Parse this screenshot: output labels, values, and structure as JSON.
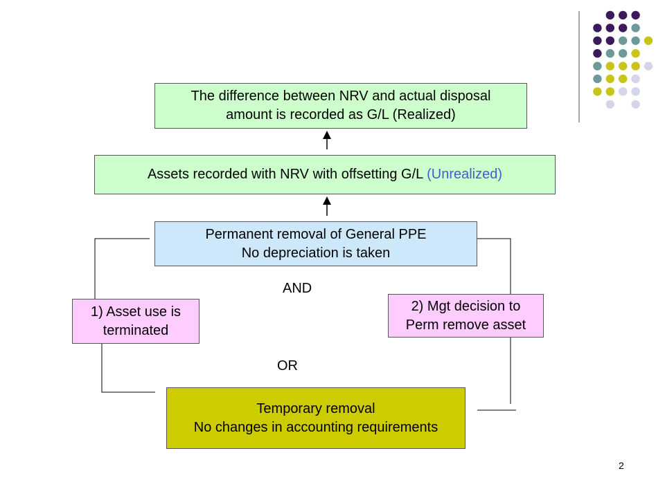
{
  "decoration": {
    "dot_colors": {
      "purple": "#3b1a5c",
      "teal": "#6b9a98",
      "olive": "#c8c41a",
      "lavender": "#d4d4ea"
    }
  },
  "diagram": {
    "box_realized": {
      "line1": "The difference between NRV and actual disposal",
      "line2": "amount is recorded as G/L (Realized)",
      "fill": "#ccffcc"
    },
    "box_unrealized": {
      "text": "Assets recorded with NRV with offsetting G/L ",
      "highlight": "(Unrealized)",
      "fill": "#ccffcc",
      "highlight_color": "#3a5fd6"
    },
    "box_permanent": {
      "line1": "Permanent removal of General PPE",
      "line2": "No depreciation is taken",
      "fill": "#cce8fa"
    },
    "and_label": "AND",
    "or_label": "OR",
    "box_condition1": {
      "line1": "1) Asset use is",
      "line2": "terminated",
      "fill": "#ffccff"
    },
    "box_condition2": {
      "line1": "2) Mgt decision to",
      "line2": "Perm remove asset",
      "fill": "#ffccff"
    },
    "box_temporary": {
      "line1": "Temporary removal",
      "line2": "No changes in accounting requirements",
      "fill": "#cccc00"
    }
  },
  "footer": {
    "page_number": "2"
  }
}
